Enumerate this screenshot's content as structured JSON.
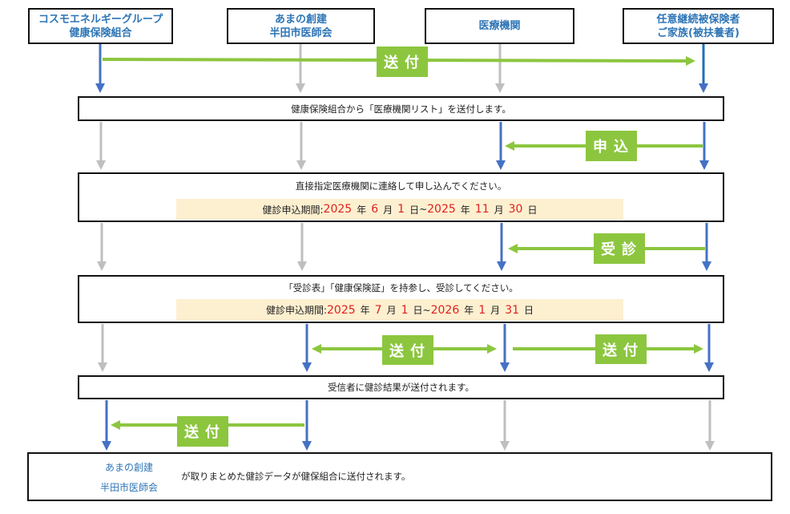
{
  "actors": [
    {
      "line1": "コスモエネルギーグループ",
      "line2": "健康保険組合"
    },
    {
      "line1": "あまの創建",
      "line2": "半田市医師会"
    },
    {
      "line1": "医療機関",
      "line2": ""
    },
    {
      "line1": "任意継続被保険者",
      "line2": "ご家族(被扶養者)"
    }
  ],
  "steps": {
    "s1": "健康保険組合から「医療機関リスト」を送付します。",
    "s2": "直接指定医療機関に連絡して申し込んでください。",
    "s2_period": {
      "label": "健診申込期間:",
      "y1": "2025",
      "m1": "6",
      "d1": "1",
      "y2": "2025",
      "m2": "11",
      "d2": "30"
    },
    "s3": "「受診表」「健康保険証」を持参し、受診してください。",
    "s3_period": {
      "label": "健診申込期間:",
      "y1": "2025",
      "m1": "7",
      "d1": "1",
      "y2": "2026",
      "m2": "1",
      "d2": "31"
    },
    "s4": "受信者に健診結果が送付されます。",
    "s5_org1": "あまの創建",
    "s5_org2": "半田市医師会",
    "s5": "が取りまとめた健診データが健保組合に送付されます。"
  },
  "units": {
    "year": "年",
    "month": "月",
    "day": "日",
    "tilde": "~"
  },
  "labels": {
    "send": "送付",
    "apply": "申込",
    "exam": "受診"
  },
  "colors": {
    "blue": "#4472c4",
    "gray": "#bfbfbf",
    "green": "#8cc63f",
    "header_text": "#2e75b6",
    "period_bg": "#fdf0d0",
    "red": "#e02020"
  }
}
